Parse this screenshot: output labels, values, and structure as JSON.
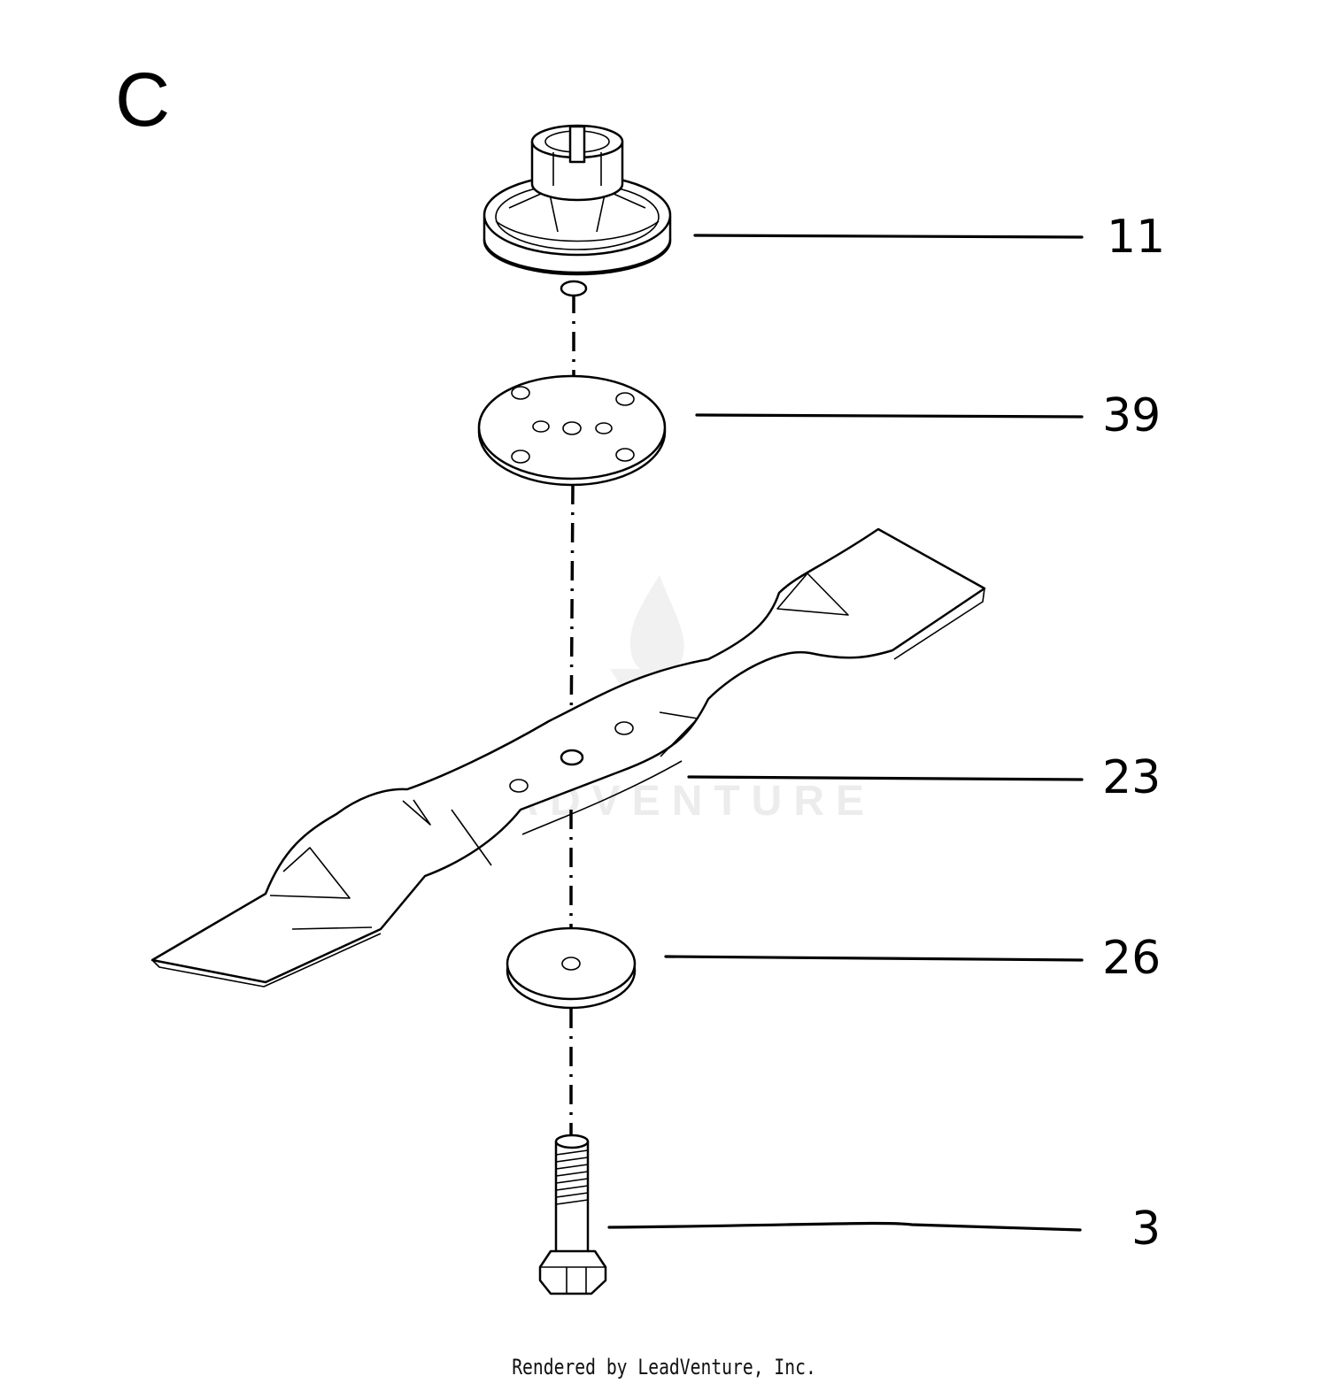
{
  "diagram": {
    "section_label": "C",
    "callouts": [
      {
        "number": "11",
        "part": "blade-adapter-hub"
      },
      {
        "number": "39",
        "part": "stiffener-plate"
      },
      {
        "number": "23",
        "part": "mower-blade"
      },
      {
        "number": "26",
        "part": "washer"
      },
      {
        "number": "3",
        "part": "hex-bolt"
      }
    ],
    "watermark_text": "LEADVENTURE",
    "footer_text": "Rendered by LeadVenture, Inc."
  },
  "colors": {
    "line": "#000000",
    "background": "#ffffff",
    "watermark": "#ececec"
  }
}
